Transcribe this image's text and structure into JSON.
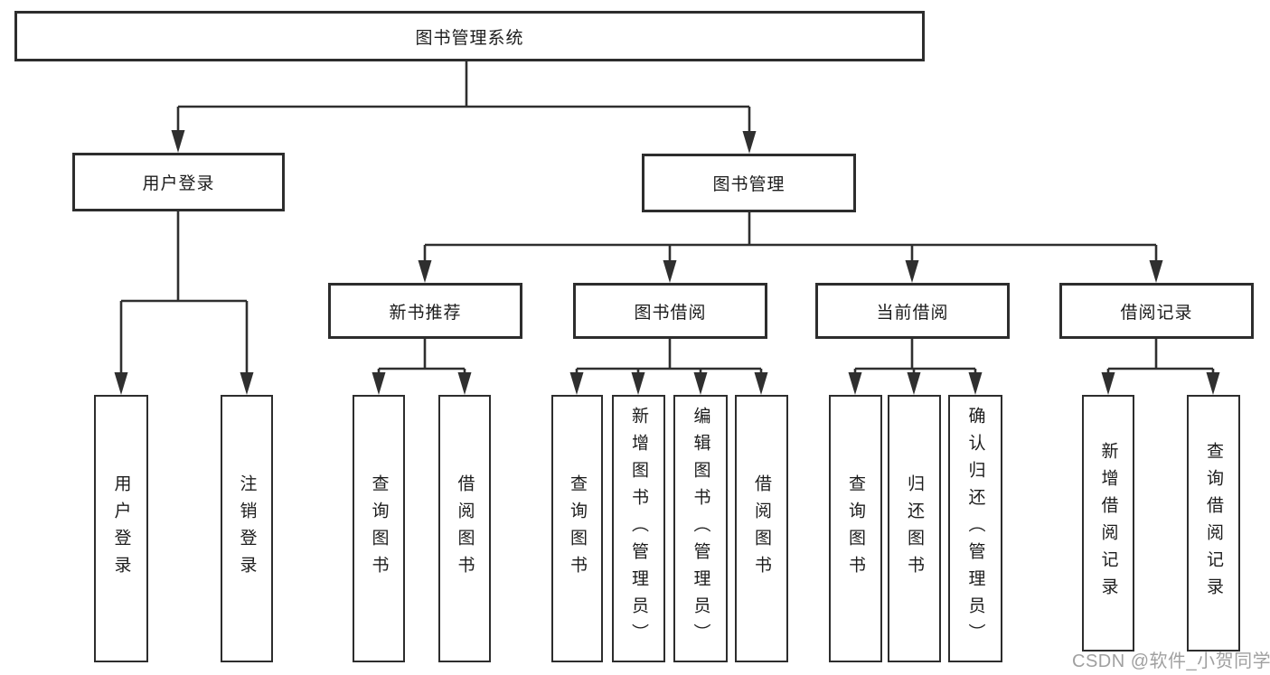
{
  "diagram": {
    "type": "hierarchy-tree",
    "orientation": "top-down",
    "colors": {
      "background": "#ffffff",
      "box_border": "#2d2d2d",
      "box_fill": "#ffffff",
      "connector": "#2f2f2f",
      "text": "#1c1c1c",
      "watermark": "#a0a0a0"
    },
    "watermark": "CSDN @软件_小贺同学"
  },
  "tree": {
    "root": {
      "label": "图书管理系统",
      "children": [
        {
          "label": "用户登录",
          "children": [
            {
              "label": "用户登录"
            },
            {
              "label": "注销登录"
            }
          ]
        },
        {
          "label": "图书管理",
          "children": [
            {
              "label": "新书推荐",
              "children": [
                {
                  "label": "查询图书"
                },
                {
                  "label": "借阅图书"
                }
              ]
            },
            {
              "label": "图书借阅",
              "children": [
                {
                  "label": "查询图书"
                },
                {
                  "label": "新增图书（管理员）"
                },
                {
                  "label": "编辑图书（管理员）"
                },
                {
                  "label": "借阅图书"
                }
              ]
            },
            {
              "label": "当前借阅",
              "children": [
                {
                  "label": "查询图书"
                },
                {
                  "label": "归还图书"
                },
                {
                  "label": "确认归还（管理员）"
                }
              ]
            },
            {
              "label": "借阅记录",
              "children": [
                {
                  "label": "新增借阅记录"
                },
                {
                  "label": "查询借阅记录"
                }
              ]
            }
          ]
        }
      ]
    }
  }
}
